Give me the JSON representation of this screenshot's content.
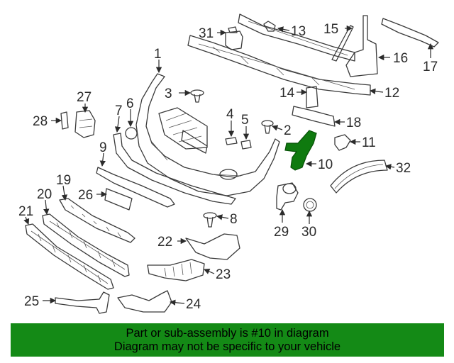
{
  "banner": {
    "line1": "Part or sub-assembly is #10 in diagram",
    "line2": "Diagram may not be specific to your vehicle"
  },
  "callouts": [
    "1",
    "2",
    "3",
    "4",
    "5",
    "6",
    "7",
    "8",
    "9",
    "10",
    "11",
    "12",
    "13",
    "14",
    "15",
    "16",
    "17",
    "18",
    "19",
    "20",
    "21",
    "22",
    "23",
    "24",
    "25",
    "26",
    "27",
    "28",
    "29",
    "30",
    "31",
    "32"
  ],
  "highlighted_part": "10",
  "colors": {
    "highlight": "#0f7a0f",
    "banner": "#148a16",
    "lines": "#3a3a3a"
  }
}
